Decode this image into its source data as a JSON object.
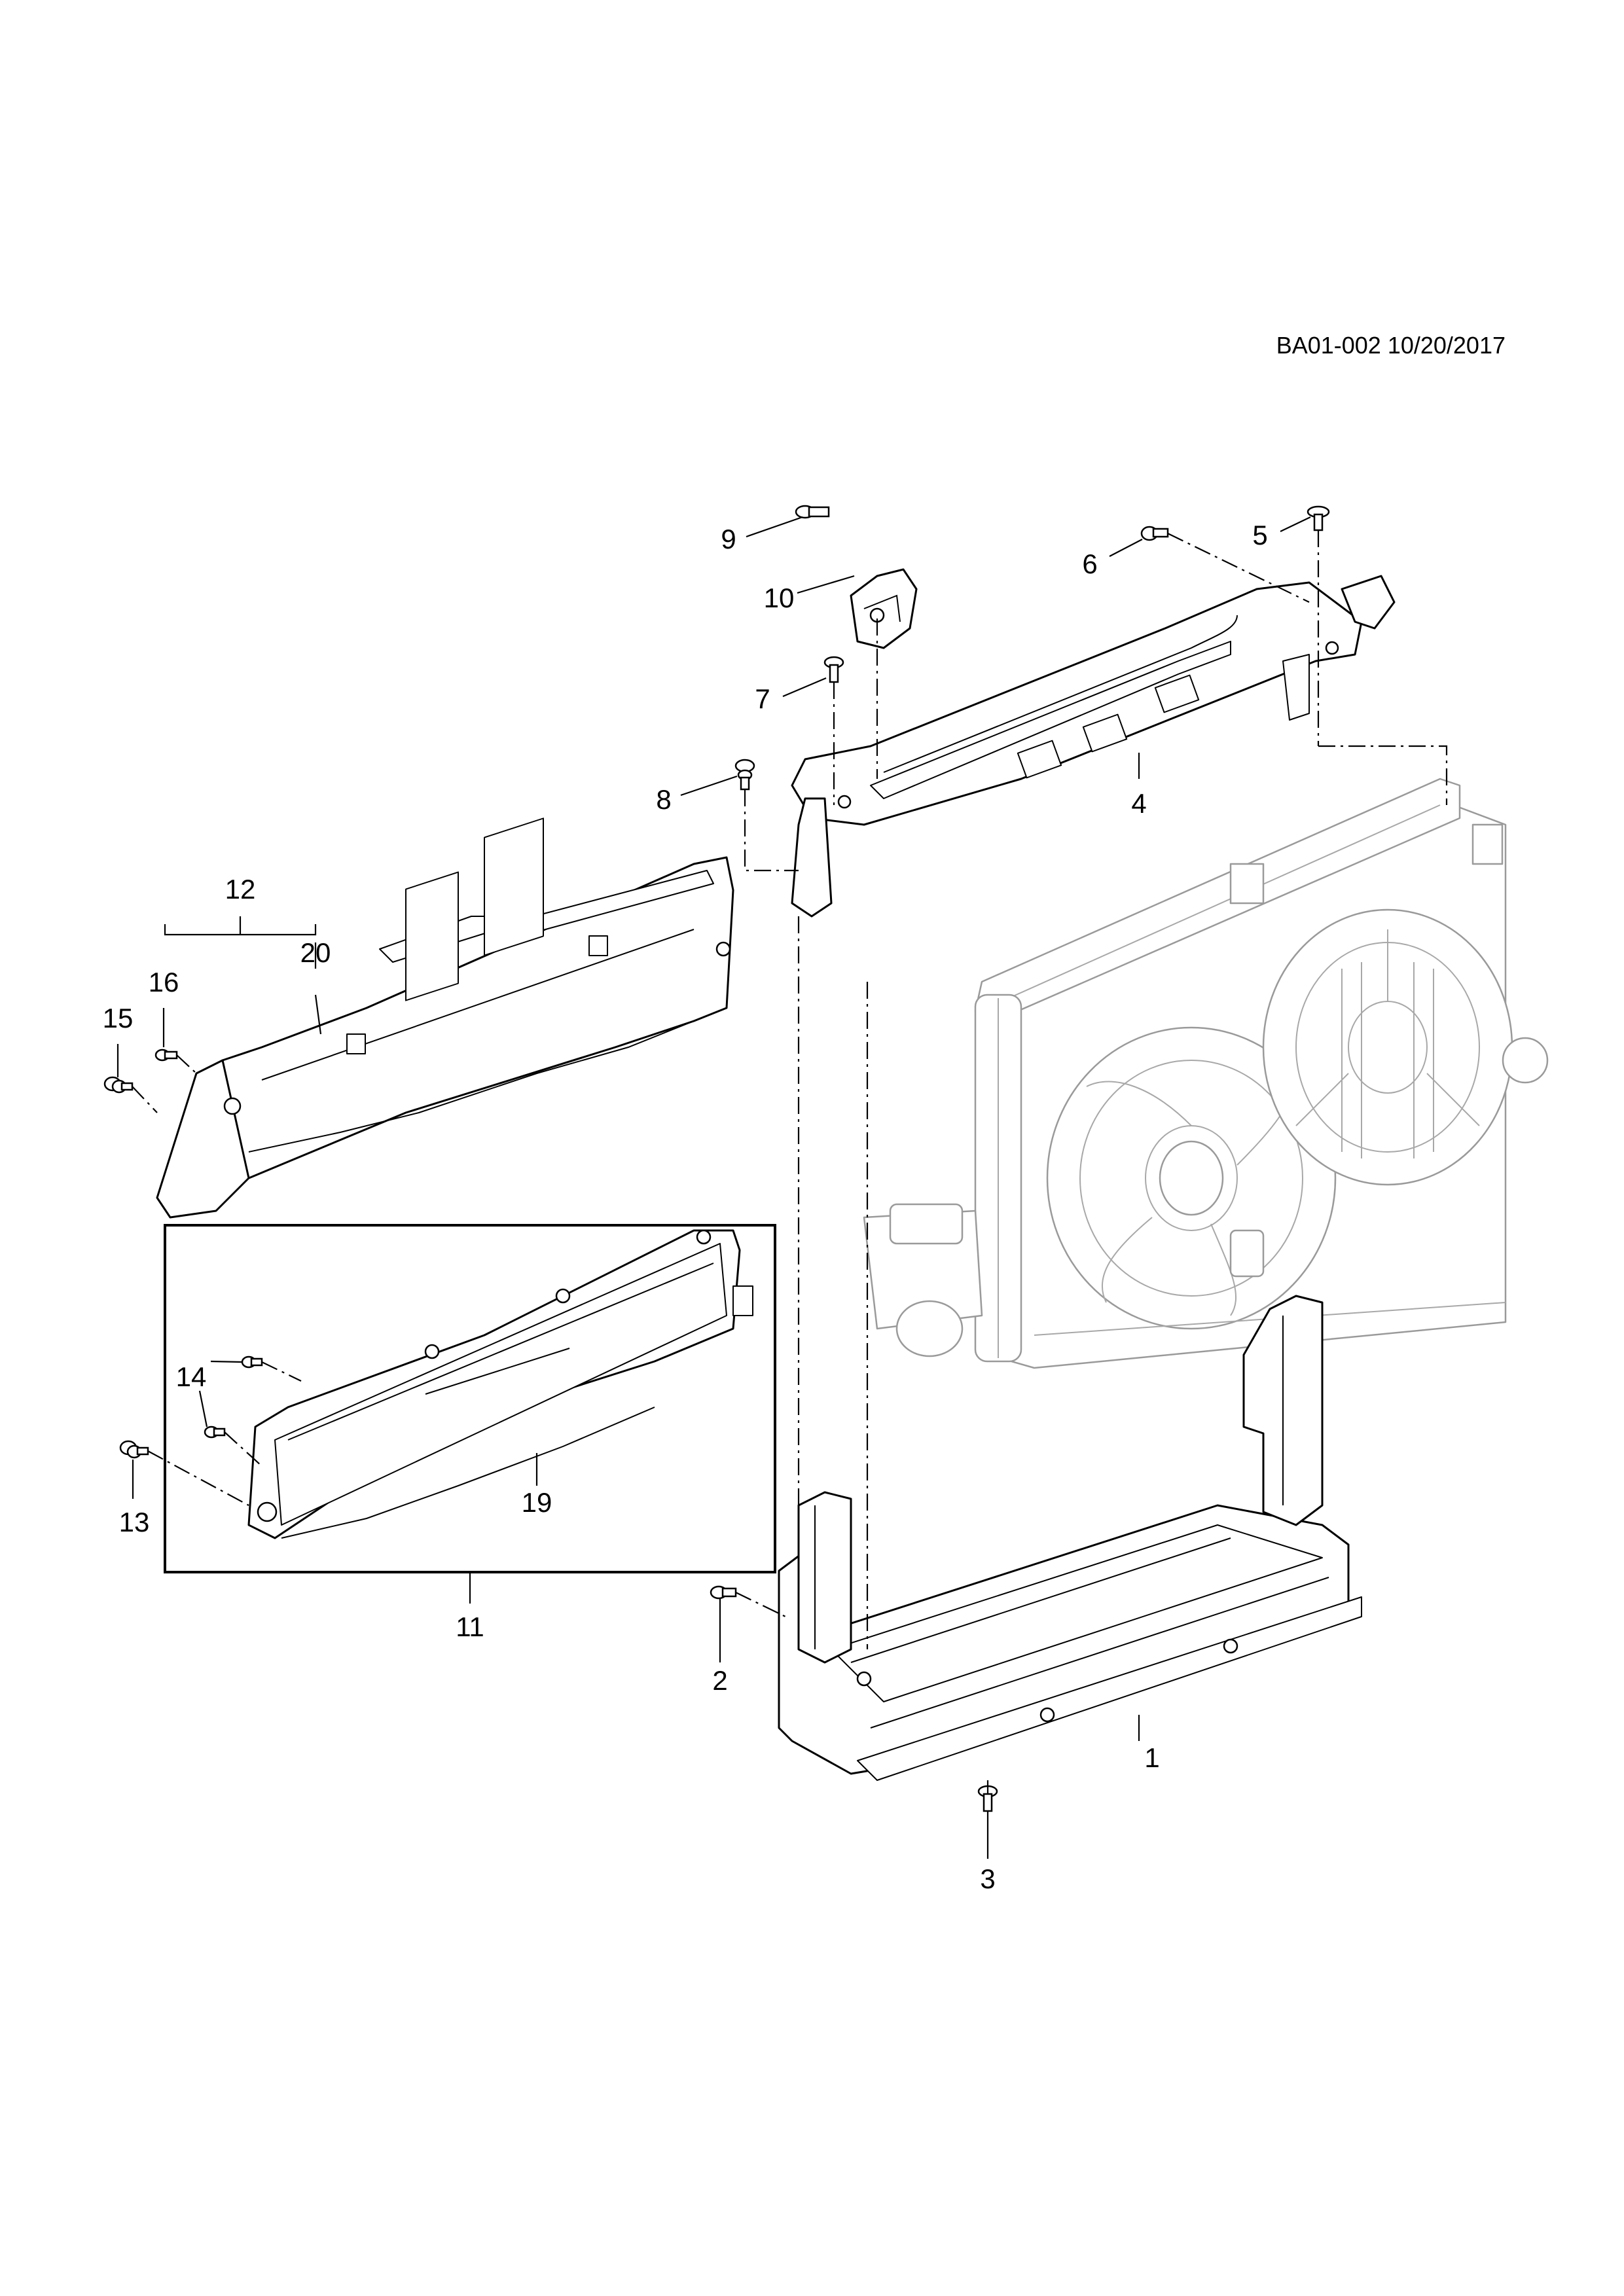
{
  "header": {
    "code": "BA01-002 10/20/2017"
  },
  "callouts": [
    {
      "id": "callout-1",
      "text": "1"
    },
    {
      "id": "callout-2",
      "text": "2"
    },
    {
      "id": "callout-3",
      "text": "3"
    },
    {
      "id": "callout-4",
      "text": "4"
    },
    {
      "id": "callout-5",
      "text": "5"
    },
    {
      "id": "callout-6",
      "text": "6"
    },
    {
      "id": "callout-7",
      "text": "7"
    },
    {
      "id": "callout-8",
      "text": "8"
    },
    {
      "id": "callout-9",
      "text": "9"
    },
    {
      "id": "callout-10",
      "text": "10"
    },
    {
      "id": "callout-11",
      "text": "11"
    },
    {
      "id": "callout-12",
      "text": "12"
    },
    {
      "id": "callout-13",
      "text": "13"
    },
    {
      "id": "callout-14",
      "text": "14"
    },
    {
      "id": "callout-15",
      "text": "15"
    },
    {
      "id": "callout-16",
      "text": "16"
    },
    {
      "id": "callout-19",
      "text": "19"
    },
    {
      "id": "callout-20",
      "text": "20"
    }
  ]
}
